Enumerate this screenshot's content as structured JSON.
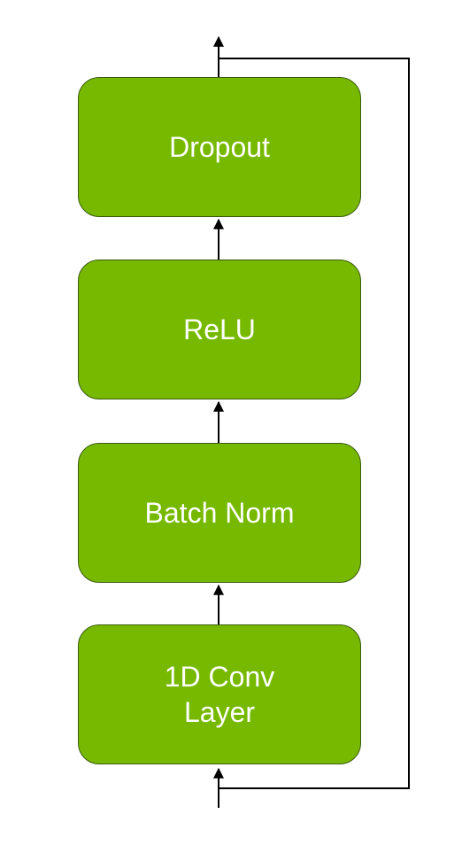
{
  "diagram": {
    "blocks": [
      {
        "label": "Dropout"
      },
      {
        "label": "ReLU"
      },
      {
        "label": "Batch Norm"
      },
      {
        "label": "1D Conv\nLayer"
      }
    ],
    "colors": {
      "block_fill": "#76b900",
      "block_border": "#3d5c10",
      "text": "#ffffff",
      "arrows": "#000000"
    }
  }
}
